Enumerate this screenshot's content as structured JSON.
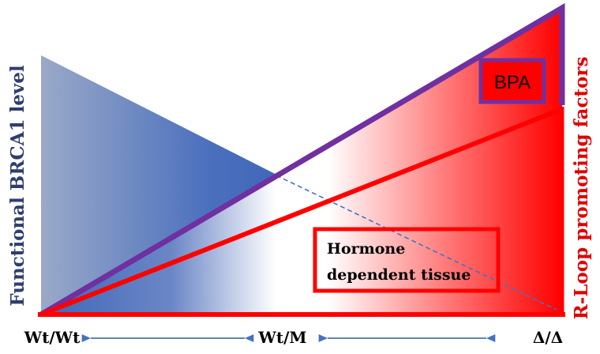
{
  "left_axis_label": "Functional BRCA1 level",
  "right_axis_label": "R-Loop promoting factors",
  "boxes": {
    "bpa": "BPA",
    "hormone_line1": "Hormone",
    "hormone_line2": "dependent tissue"
  },
  "x_categories": [
    "Wt/Wt",
    "Wt/M",
    "Δ/Δ"
  ],
  "colors": {
    "blue_dark": "#3f67b8",
    "blue_light": "#9aa9c8",
    "red": "#ff0000",
    "purple": "#7030a0",
    "arrow_blue": "#4472c4",
    "left_label_color": "#2f3e6d",
    "right_label_color": "#e00000"
  }
}
